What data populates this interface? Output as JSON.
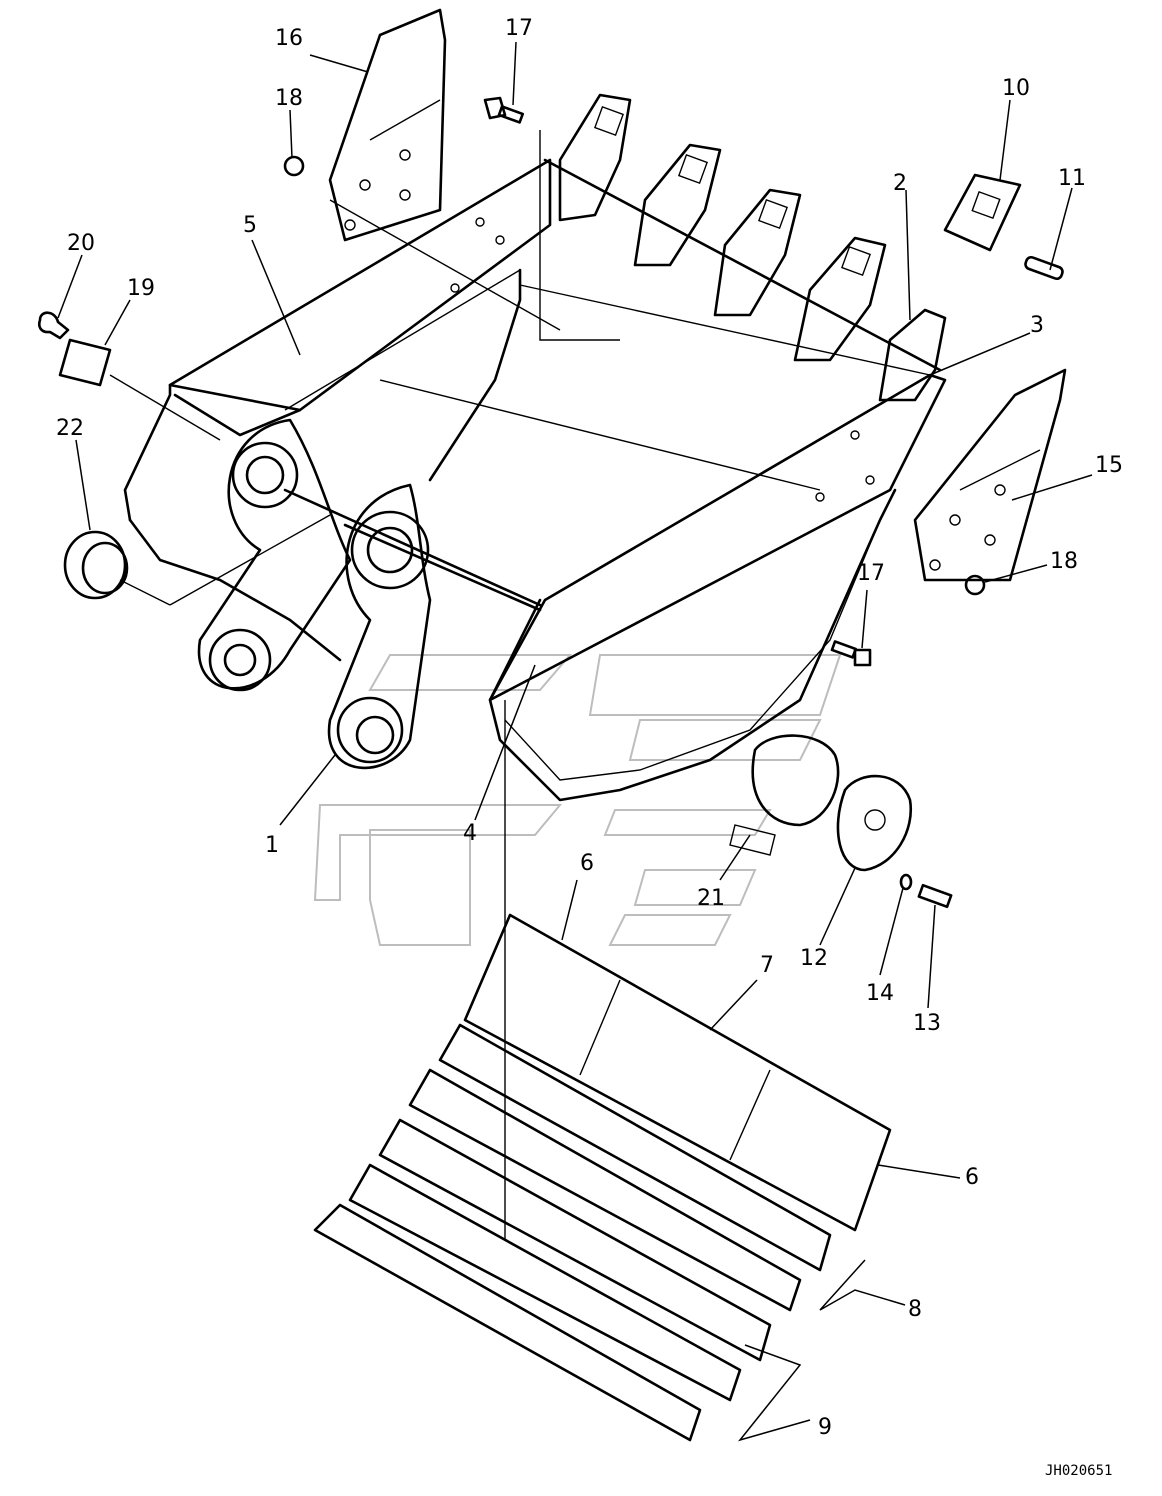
{
  "callouts": [
    {
      "id": "c1",
      "label": "1"
    },
    {
      "id": "c2",
      "label": "2"
    },
    {
      "id": "c3",
      "label": "3"
    },
    {
      "id": "c4",
      "label": "4"
    },
    {
      "id": "c5",
      "label": "5"
    },
    {
      "id": "c6a",
      "label": "6"
    },
    {
      "id": "c6b",
      "label": "6"
    },
    {
      "id": "c7",
      "label": "7"
    },
    {
      "id": "c8",
      "label": "8"
    },
    {
      "id": "c9",
      "label": "9"
    },
    {
      "id": "c10",
      "label": "10"
    },
    {
      "id": "c11",
      "label": "11"
    },
    {
      "id": "c12",
      "label": "12"
    },
    {
      "id": "c13",
      "label": "13"
    },
    {
      "id": "c14",
      "label": "14"
    },
    {
      "id": "c15",
      "label": "15"
    },
    {
      "id": "c16",
      "label": "16"
    },
    {
      "id": "c17a",
      "label": "17"
    },
    {
      "id": "c17b",
      "label": "17"
    },
    {
      "id": "c18a",
      "label": "18"
    },
    {
      "id": "c18b",
      "label": "18"
    },
    {
      "id": "c19",
      "label": "19"
    },
    {
      "id": "c20",
      "label": "20"
    },
    {
      "id": "c21",
      "label": "21"
    },
    {
      "id": "c22",
      "label": "22"
    }
  ],
  "drawing_code": "JH020651"
}
